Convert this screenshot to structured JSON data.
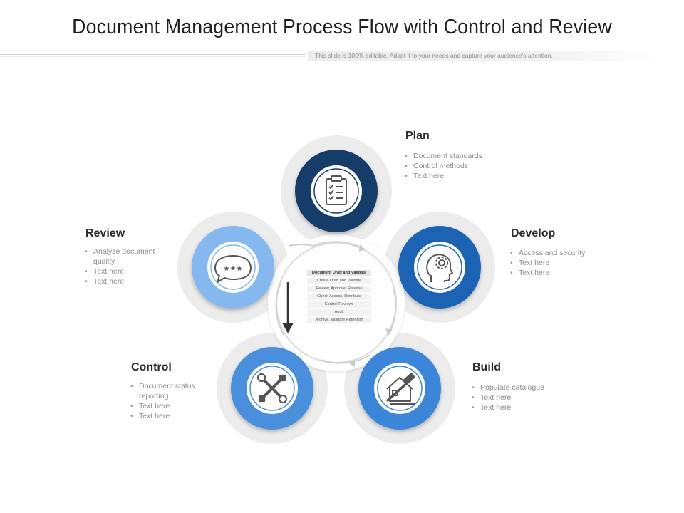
{
  "title": "Document Management Process Flow with Control and Review",
  "subtitle": "This slide is 100% editable. Adapt it to your needs and capture your audience's attention.",
  "colors": {
    "plan": "#153d6b",
    "develop": "#1f64b3",
    "build": "#3a86d8",
    "control": "#4a8fdb",
    "review": "#85b8ee",
    "ring_bg": "#ececec",
    "hub_bg": "#ffffff"
  },
  "center_table": {
    "header": "Document Draft and Validate",
    "rows": [
      "Create Draft and Validate",
      "Review, Approve, Release",
      "Check Access, Distribute",
      "Control Reviews",
      "Audit",
      "Archive, Validate Retention"
    ]
  },
  "nodes": [
    {
      "id": "plan",
      "label": "Plan",
      "icon": "clipboard-checklist-icon",
      "bullets": [
        "Document standards",
        "Control methods",
        "Text here"
      ]
    },
    {
      "id": "develop",
      "label": "Develop",
      "icon": "head-gear-icon",
      "bullets": [
        "Access and security",
        "Text here",
        "Text here"
      ]
    },
    {
      "id": "build",
      "label": "Build",
      "icon": "house-hammer-icon",
      "bullets": [
        "Populate catalogue",
        "Text here",
        "Text here"
      ]
    },
    {
      "id": "control",
      "label": "Control",
      "icon": "wrench-screwdriver-icon",
      "bullets": [
        "Document status reporting",
        "Text here",
        "Text here"
      ]
    },
    {
      "id": "review",
      "label": "Review",
      "icon": "speech-bubble-stars-icon",
      "bullets": [
        "Analyze document quality",
        "Text here",
        "Text here"
      ]
    }
  ]
}
